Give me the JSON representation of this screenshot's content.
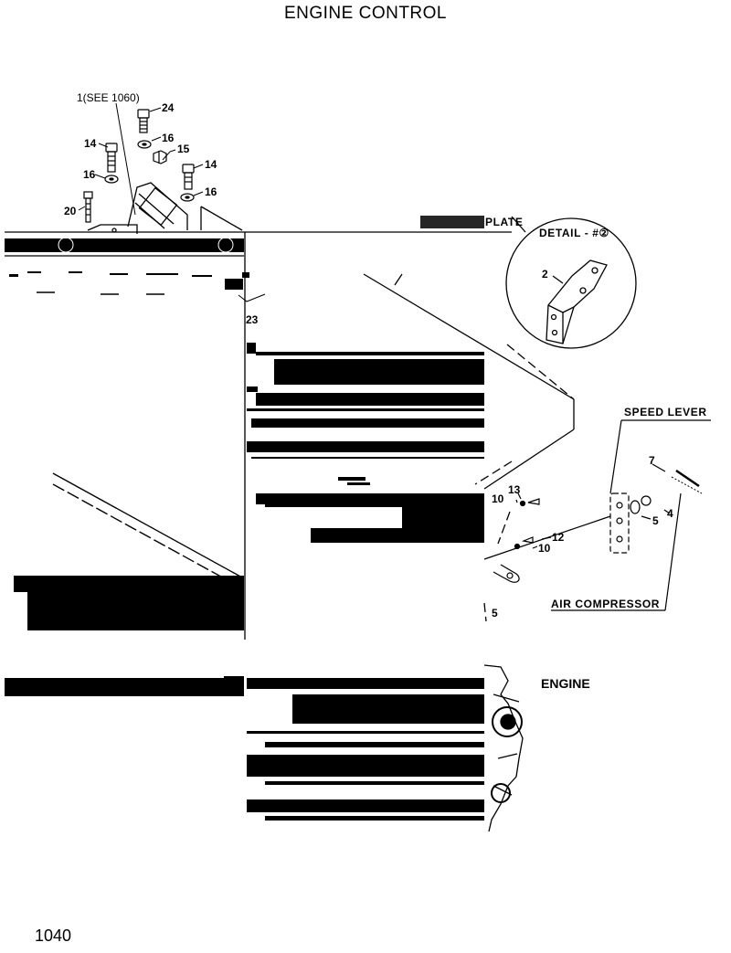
{
  "header": {
    "title": "ENGINE CONTROL"
  },
  "footer": {
    "page_number": "1040"
  },
  "callouts": {
    "see_ref": "1(SEE 1060)",
    "c24": "24",
    "c14a": "14",
    "c16a": "16",
    "c15": "15",
    "c14b": "14",
    "c16b": "16",
    "c16c": "16",
    "c20": "20",
    "c23": "23",
    "c2": "2",
    "c13": "13",
    "c10a": "10",
    "c12": "12",
    "c10b": "10",
    "c7": "7",
    "c5a": "5",
    "c4": "4",
    "c5b": "5"
  },
  "labels": {
    "plate": "PLATE",
    "detail": "DETAIL - #②",
    "speed_lever": "SPEED LEVER",
    "air_compressor": "AIR COMPRESSOR",
    "engine": "ENGINE"
  }
}
